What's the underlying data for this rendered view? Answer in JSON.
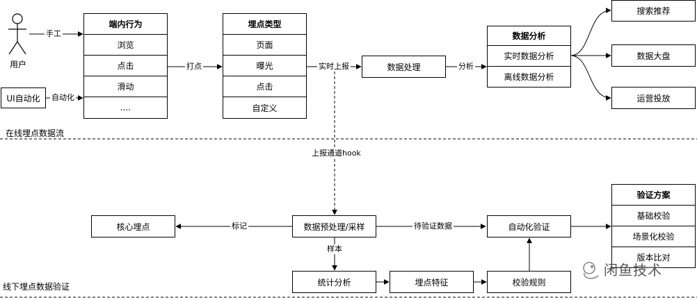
{
  "actors": {
    "user": "用户",
    "ui_auto": "UI自动化"
  },
  "behavior": {
    "title": "端内行为",
    "items": [
      "浏览",
      "点击",
      "滑动",
      "...."
    ]
  },
  "track_types": {
    "title": "埋点类型",
    "items": [
      "页面",
      "曝光",
      "点击",
      "自定义"
    ]
  },
  "data_processing": "数据处理",
  "data_analysis": {
    "title": "数据分析",
    "items": [
      "实时数据分析",
      "离线数据分析"
    ]
  },
  "outputs": [
    "搜索推荐",
    "数据大盘",
    "运营投放"
  ],
  "edge_labels": {
    "manual": "手工",
    "automation": "自动化",
    "track": "打点",
    "realtime_report": "实时上报",
    "analyze": "分析",
    "hook": "上报通道hook",
    "mark": "标记",
    "pending": "待验证数据",
    "sample": "样本"
  },
  "sections": {
    "online": "在线埋点数据流",
    "offline": "线下埋点数据验证"
  },
  "offline": {
    "core_track": "核心埋点",
    "preprocess": "数据预处理/采样",
    "auto_verify": "自动化验证",
    "stat": "统计分析",
    "features": "埋点特征",
    "rules": "校验规则"
  },
  "verify_plan": {
    "title": "验证方案",
    "items": [
      "基础校验",
      "场景化校验",
      "版本比对"
    ]
  },
  "watermark": "闲鱼技术"
}
